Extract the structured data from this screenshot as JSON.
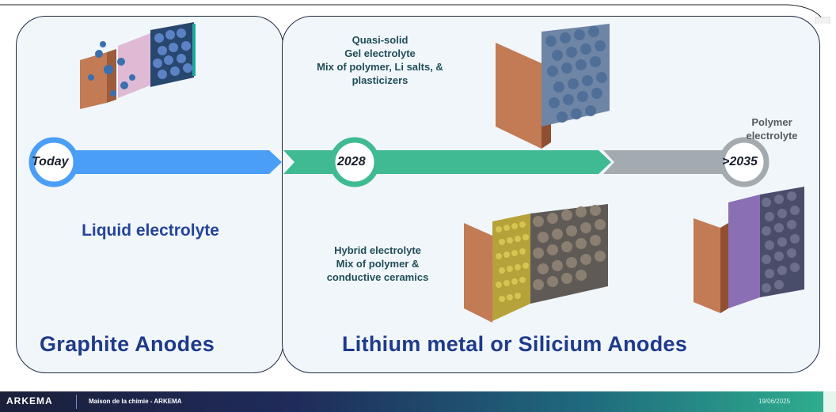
{
  "panels": {
    "left_title": "Graphite Anodes",
    "right_title": "Lithium metal or Silicium Anodes"
  },
  "timeline": {
    "milestones": [
      "Today",
      "2028",
      ">2035"
    ]
  },
  "electrolytes": {
    "liquid": "Liquid electrolyte",
    "quasi_solid": [
      "Quasi-solid",
      "Gel electrolyte",
      "Mix of polymer, Li salts, &",
      "plasticizers"
    ],
    "hybrid": [
      "Hybrid electrolyte",
      "Mix of polymer &",
      "conductive ceramics"
    ],
    "polymer": [
      "Polymer",
      "electrolyte"
    ]
  },
  "colors": {
    "blue_arrow": "#4a9ef5",
    "green_arrow": "#3fba92",
    "gray_arrow": "#a4abb0",
    "copper": "#c47a52",
    "title_blue": "#1e3a8a"
  },
  "footer": {
    "brand": "ARKEMA",
    "event": "Maison de la chimie - ARKEMA",
    "date": "19/06/2025"
  }
}
